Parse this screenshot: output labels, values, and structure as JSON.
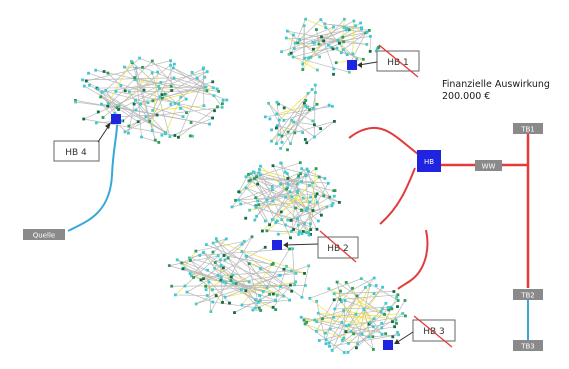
{
  "impact": {
    "label": "Finanzielle Auswirkung",
    "value": "200.000 €"
  },
  "elements": {
    "hb1": "HB 1",
    "hb2": "HB 2",
    "hb3": "HB 3",
    "hb4": "HB 4",
    "hb": "HB",
    "ww": "WW",
    "quelle": "Quelle",
    "tb1": "TB1",
    "tb2": "TB2",
    "tb3": "TB3"
  },
  "colors": {
    "pipe_supply": "#e23b3b",
    "pipe_source": "#36a8d8",
    "tank_marker": "#1f24e0",
    "node_cyan": "#3ec9d2",
    "node_green": "#2f9d55",
    "node_dark": "#136b45",
    "pipe_highlight": "#f0e23c",
    "gray_label": "#8a8a8a"
  }
}
